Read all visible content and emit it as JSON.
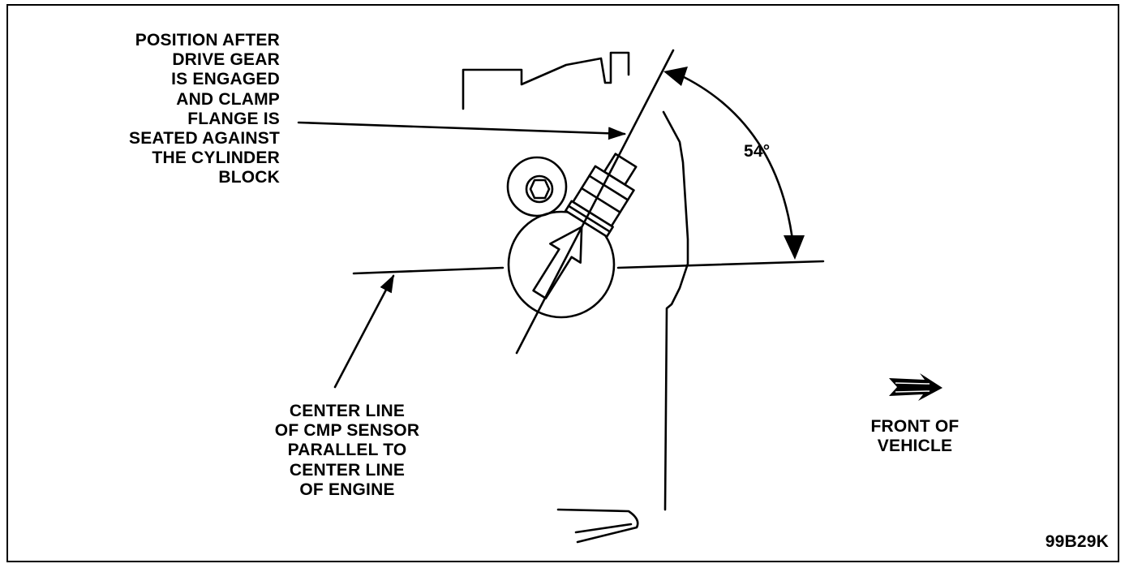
{
  "labels": {
    "position_after": [
      "POSITION AFTER",
      "DRIVE GEAR",
      "IS ENGAGED",
      "AND CLAMP",
      "FLANGE IS",
      "SEATED AGAINST",
      "THE CYLINDER",
      "BLOCK"
    ],
    "center_line": [
      "CENTER LINE",
      "OF CMP SENSOR",
      "PARALLEL TO",
      "CENTER LINE",
      "OF ENGINE"
    ],
    "angle": "54°",
    "front_of_vehicle": [
      "FRONT OF",
      "VEHICLE"
    ],
    "figure_id": "99B29K"
  },
  "colors": {
    "ink": "#000000",
    "paper": "#ffffff"
  }
}
